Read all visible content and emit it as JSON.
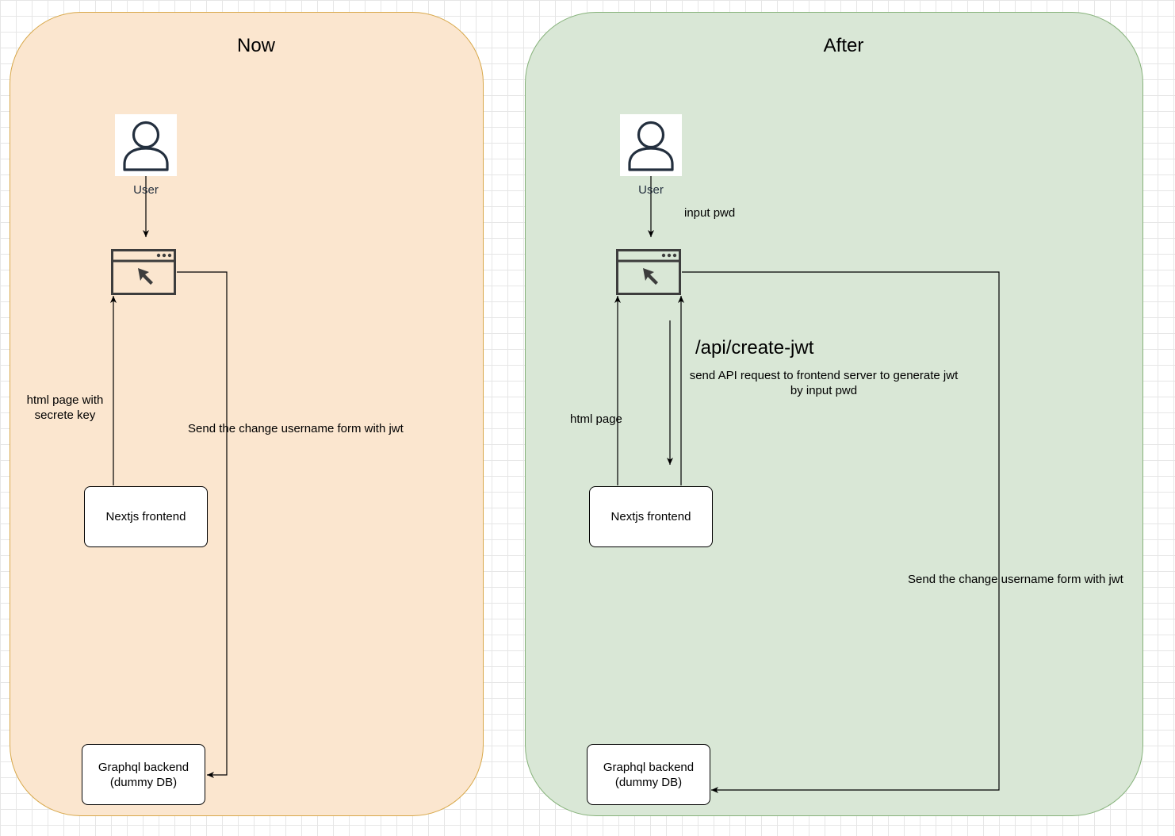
{
  "now": {
    "title": "Now",
    "user_label": "User",
    "html_label_line1": "html page with",
    "html_label_line2": "secrete key",
    "send_form_label": "Send the change username form with jwt",
    "frontend_label": "Nextjs frontend",
    "backend_line1": "Graphql backend",
    "backend_line2": "(dummy DB)"
  },
  "after": {
    "title": "After",
    "user_label": "User",
    "input_pwd_label": "input pwd",
    "api_endpoint": "/api/create-jwt",
    "api_desc_line1": "send API request to frontend server to generate jwt",
    "api_desc_line2": "by input pwd",
    "html_label": "html page",
    "send_form_label": "Send the change username form with jwt",
    "frontend_label": "Nextjs frontend",
    "backend_line1": "Graphql backend",
    "backend_line2": "(dummy DB)"
  },
  "colors": {
    "now_fill": "#fbe6cf",
    "now_stroke": "#d8a84a",
    "after_fill": "#d9e7d6",
    "after_stroke": "#86b27a",
    "icon_dark": "#232f3e",
    "browser_icon": "#3d3d3d"
  },
  "icons": {
    "user": "user-icon",
    "browser": "browser-cursor-icon"
  }
}
